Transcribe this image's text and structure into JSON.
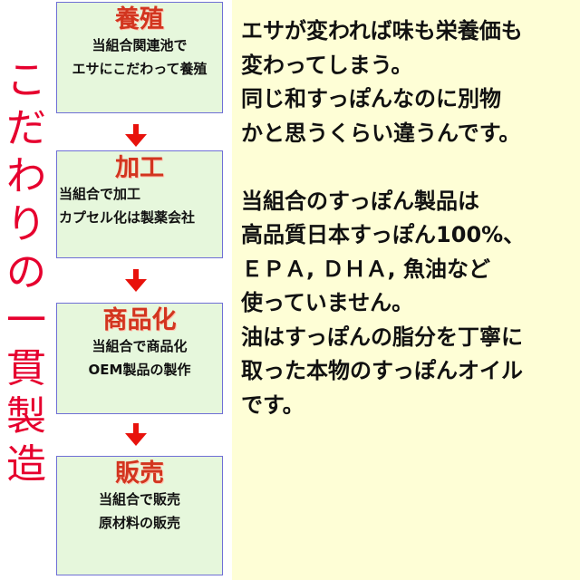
{
  "vertical_title": {
    "chars": [
      "こ",
      "だ",
      "わ",
      "り",
      "の",
      "一",
      "貫",
      "製",
      "造"
    ]
  },
  "steps": [
    {
      "title": "養殖",
      "lines": [
        "当組合関連池で",
        "エサにこだわって養殖"
      ]
    },
    {
      "title": "加工",
      "lines": [
        "当組合で加工",
        "カプセル化は製薬会社"
      ]
    },
    {
      "title": "商品化",
      "lines": [
        "当組合で商品化",
        "OEM製品の製作"
      ]
    },
    {
      "title": "販売",
      "lines": [
        "当組合で販売",
        "原材料の販売"
      ]
    }
  ],
  "description": {
    "paragraph1": [
      "エサが変われば味も栄養価も",
      "変わってしまう。",
      "同じ和すっぽんなのに別物",
      "かと思うくらい違うんです。"
    ],
    "paragraph2": [
      "当組合のすっぽん製品は",
      "高品質日本すっぽん100%、",
      "ＥＰＡ, ＤＨＡ, 魚油など",
      "使っていません。",
      "油はすっぽんの脂分を丁寧に",
      "取った本物のすっぽんオイル",
      "です。"
    ]
  },
  "colors": {
    "title_red": "#e6002e",
    "step_title": "#d2351f",
    "box_bg": "#e6f7dc",
    "box_border": "#6f6fd6",
    "panel_bg": "#fefed6",
    "arrow": "#e8120c"
  },
  "icons": [
    "down-arrow-icon"
  ]
}
